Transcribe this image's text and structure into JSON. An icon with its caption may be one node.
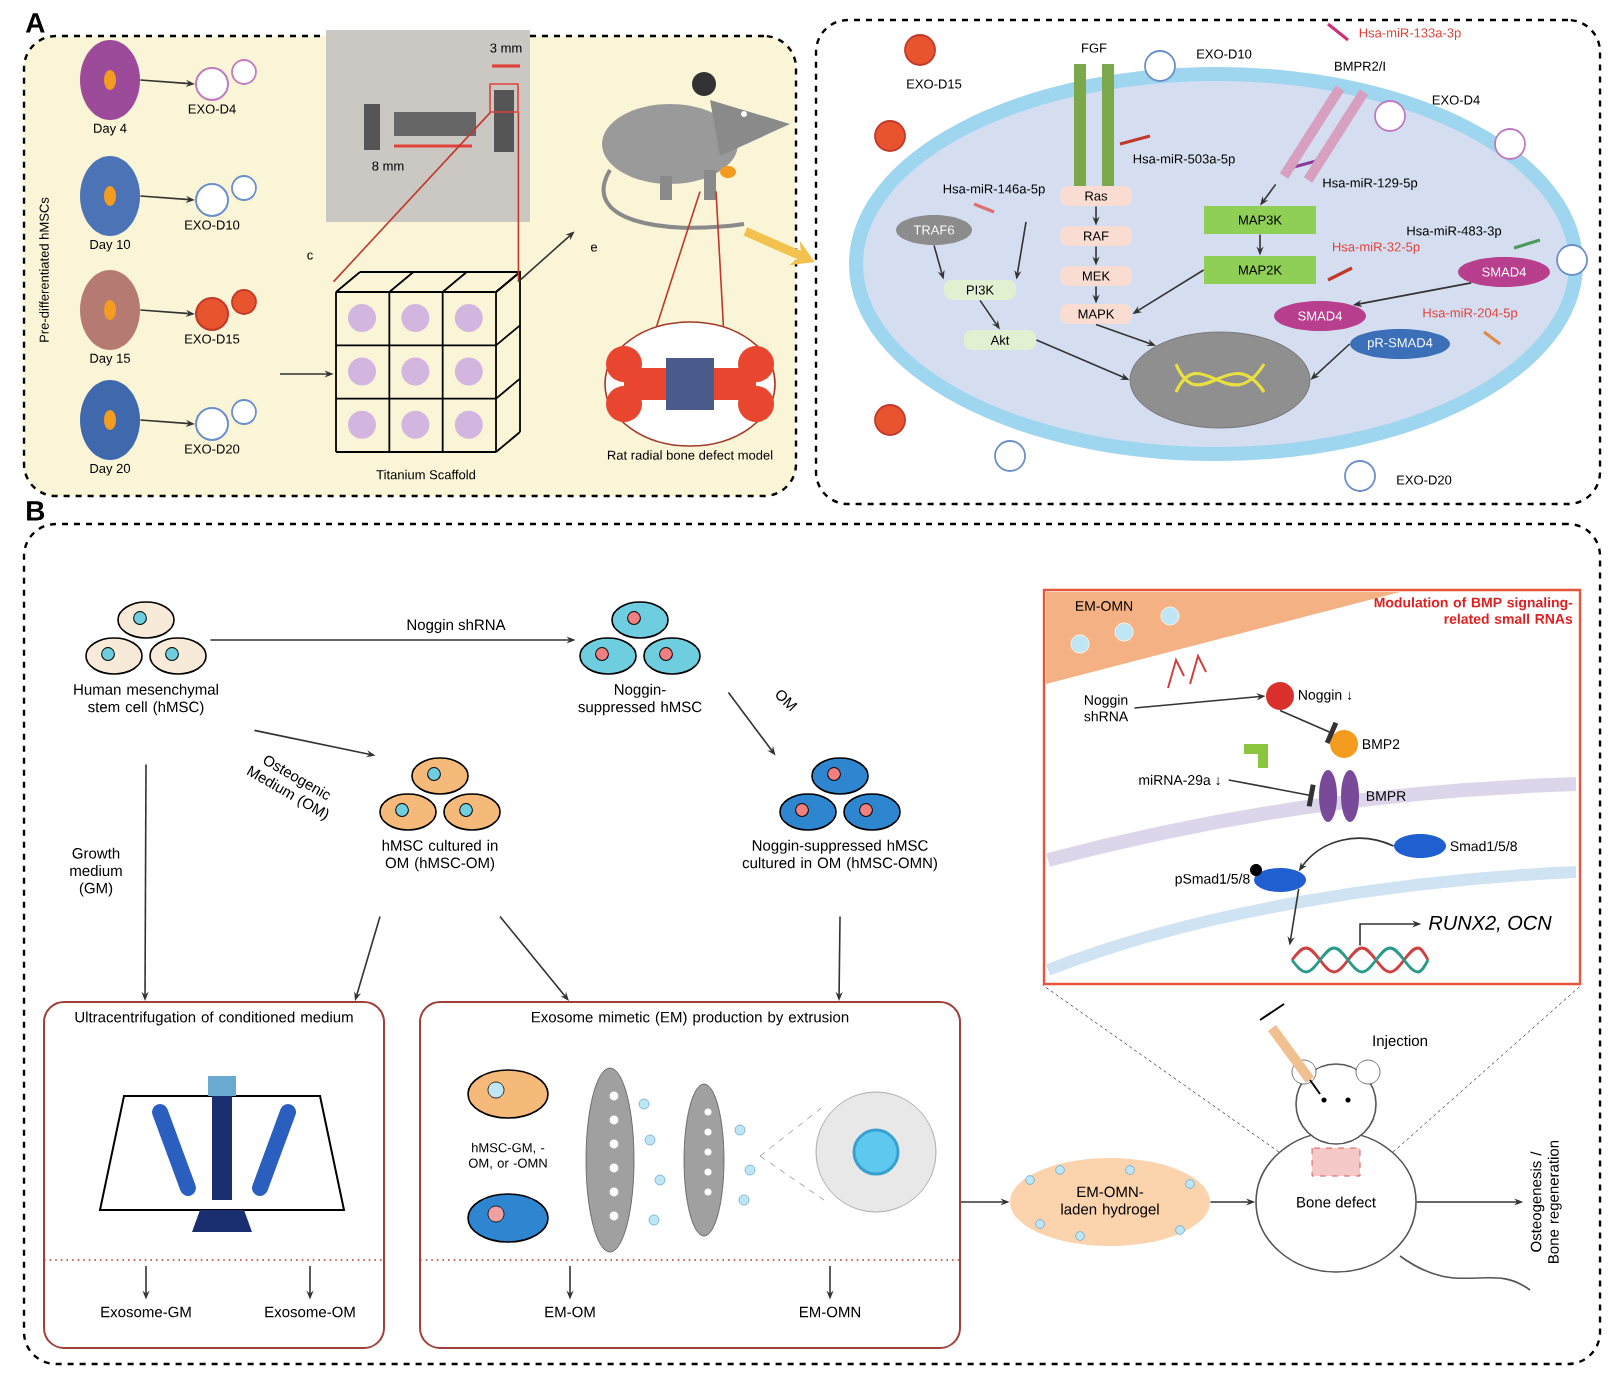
{
  "diagram": {
    "nodes": [
      {
        "text": [
          "A"
        ]
      },
      {
        "text": [],
        "shape": "box"
      },
      {
        "text": [
          "Day 4"
        ],
        "in": 0
      },
      {
        "text": [
          "EXO-D4"
        ],
        "in": 0
      },
      {
        "text": [
          "Day 10"
        ],
        "in": 0
      },
      {
        "text": [
          "EXO-D10"
        ],
        "in": 0
      },
      {
        "text": [
          "Day 15"
        ],
        "in": 0
      },
      {
        "text": [
          "EXO-D15"
        ],
        "in": 0
      },
      {
        "text": [
          "Day 20"
        ],
        "in": 0
      },
      {
        "text": [
          "EXO-D20"
        ],
        "in": 0
      },
      {
        "text": [],
        "shape": "picture",
        "in": 0
      },
      {
        "text": [
          "Titanium Scaffold"
        ],
        "in": 0
      },
      {
        "text": [],
        "shape": "picture",
        "in": 0
      },
      {
        "text": [
          "Rat radial bone defect model"
        ],
        "in": 0
      },
      {
        "text": [
          "TRAF6"
        ],
        "in": 1
      },
      {
        "text": [
          "PI3K"
        ],
        "in": 1
      },
      {
        "text": [
          "Akt"
        ],
        "in": 1
      },
      {
        "text": [
          "Ras"
        ],
        "in": 1
      },
      {
        "text": [
          "RAF"
        ],
        "in": 1
      },
      {
        "text": [
          "MEK"
        ],
        "in": 1
      },
      {
        "text": [
          "MAPK"
        ],
        "in": 1
      },
      {
        "text": [
          "MAP3K"
        ],
        "in": 1
      },
      {
        "text": [
          "MAP2K"
        ],
        "in": 1
      },
      {
        "text": [
          "SMAD4"
        ],
        "in": 1
      },
      {
        "text": [
          "SMAD4"
        ],
        "in": 1
      },
      {
        "text": [
          "pR-SMAD4"
        ],
        "in": 1
      },
      {
        "text": [],
        "shape": "circle",
        "in": 1
      },
      {
        "text": [
          "B"
        ]
      },
      {
        "text": [
          "Human mesenchymal stem cell (hMSC)"
        ],
        "in": 27
      },
      {
        "text": [
          "Noggin-suppressed hMSC"
        ],
        "in": 27
      },
      {
        "text": [
          "hMSC cultured in OM (hMSC-OM)"
        ],
        "in": 27
      },
      {
        "text": [
          "Noggin-suppressed hMSC cultured in OM (hMSC-OMN)"
        ],
        "in": 27
      },
      {
        "text": [
          "Ultracentrifugation of conditioned medium"
        ],
        "in": 27
      },
      {
        "text": [
          "Exosome-GM"
        ],
        "in": 32
      },
      {
        "text": [
          "Exosome-OM"
        ],
        "in": 32
      },
      {
        "text": [
          "Exosome mimetic (EM) production by extrusion"
        ],
        "in": 27
      },
      {
        "text": [
          "hMSC-GM, -OM, or -OMN"
        ],
        "in": 35
      },
      {
        "text": [
          "EM-OM"
        ],
        "in": 35
      },
      {
        "text": [
          "EM-OMN"
        ],
        "in": 35
      },
      {
        "text": [
          "EM-OMN-laden hydrogel"
        ],
        "in": 27
      },
      {
        "text": [
          "Bone defect"
        ],
        "beside": [
          "Injection"
        ],
        "in": 27
      },
      {
        "text": [
          "Osteogenesis / Bone regeneration"
        ],
        "in": 27
      },
      {
        "text": [
          "Modulation of BMP signaling- related small RNAs"
        ],
        "in": 27
      },
      {
        "text": [
          "Noggin shRNA"
        ],
        "in": 42
      },
      {
        "text": [
          "Noggin ↓"
        ],
        "in": 42
      },
      {
        "text": [
          "BMP2"
        ],
        "in": 42
      },
      {
        "text": [
          "BMPR"
        ],
        "in": 42
      },
      {
        "text": [
          "miRNA-29a ↓"
        ],
        "in": 42
      },
      {
        "text": [
          "Smad1/5/8"
        ],
        "in": 42
      },
      {
        "text": [
          "pSmad1/5/8"
        ],
        "in": 42
      },
      {
        "text": [],
        "shape": "picture",
        "in": 42
      },
      {
        "text": [
          "RUNX2, OCN"
        ],
        "in": 42
      },
      {
        "text": [],
        "shape": "circle",
        "in": 1
      },
      {
        "text": [],
        "shape": "circle",
        "in": 1
      },
      {
        "text": [],
        "shape": "circle",
        "in": 1
      },
      {
        "text": [],
        "shape": "circle",
        "in": 1
      },
      {
        "text": [],
        "shape": "circle",
        "in": 1
      },
      {
        "text": [],
        "shape": "circle",
        "in": 1
      },
      {
        "text": [],
        "shape": "circle",
        "in": 1
      },
      {
        "text": [],
        "shape": "circle",
        "in": 1
      },
      {
        "text": [],
        "shape": "circle",
        "in": 1
      },
      {
        "text": [],
        "shape": "picture",
        "in": 1
      }
    ],
    "edges": [
      {
        "from": 2,
        "to": 3,
        "arrow": "to"
      },
      {
        "from": 4,
        "to": 5,
        "arrow": "to"
      },
      {
        "from": 6,
        "to": 7,
        "arrow": "to"
      },
      {
        "from": 8,
        "to": 9,
        "arrow": "to"
      },
      {
        "from": null,
        "to": 11,
        "arrow": "to"
      },
      {
        "from": 10,
        "to": 11,
        "arrow": "none",
        "color": "#c0392b"
      },
      {
        "from": 10,
        "to": 11,
        "arrow": "none",
        "color": "#c0392b"
      },
      {
        "from": 11,
        "to": 12,
        "arrow": "to"
      },
      {
        "from": 12,
        "to": 13,
        "arrow": "none",
        "color": "#c0392b"
      },
      {
        "from": 12,
        "to": 13,
        "arrow": "none",
        "color": "#c0392b"
      },
      {
        "from": 12,
        "to": 1,
        "arrow": "to",
        "style": "thick",
        "color": "#f2c14e"
      },
      {
        "from": 14,
        "to": 15,
        "arrow": "to"
      },
      {
        "from": 15,
        "to": 16,
        "arrow": "to"
      },
      {
        "from": 16,
        "to": 26,
        "arrow": "to"
      },
      {
        "from": 17,
        "to": 18,
        "arrow": "to"
      },
      {
        "from": 18,
        "to": 19,
        "arrow": "to"
      },
      {
        "from": 19,
        "to": 20,
        "arrow": "to"
      },
      {
        "from": 20,
        "to": 26,
        "arrow": "to"
      },
      {
        "from": 61,
        "to": 21,
        "arrow": "to"
      },
      {
        "from": 21,
        "to": 22,
        "arrow": "to"
      },
      {
        "from": 22,
        "to": 20,
        "arrow": "to"
      },
      {
        "from": 23,
        "to": 24,
        "arrow": "to"
      },
      {
        "from": 25,
        "to": 26,
        "arrow": "to"
      },
      {
        "from": null,
        "to": 15,
        "arrow": "to"
      },
      {
        "from": 28,
        "to": 29,
        "arrow": "to",
        "label": "Noggin shRNA"
      },
      {
        "from": 29,
        "to": 31,
        "arrow": "to",
        "label": "OM"
      },
      {
        "from": 28,
        "to": 30,
        "arrow": "to",
        "label": "Osteogenic Medium (OM)"
      },
      {
        "from": 28,
        "to": 32,
        "arrow": "to",
        "label": "Growth medium (GM)"
      },
      {
        "from": 30,
        "to": 32,
        "arrow": "to"
      },
      {
        "from": 30,
        "to": 35,
        "arrow": "to"
      },
      {
        "from": 31,
        "to": 35,
        "arrow": "to"
      },
      {
        "from": null,
        "to": 33,
        "arrow": "to"
      },
      {
        "from": null,
        "to": 34,
        "arrow": "to"
      },
      {
        "from": null,
        "to": 37,
        "arrow": "to"
      },
      {
        "from": null,
        "to": 38,
        "arrow": "to"
      },
      {
        "from": 35,
        "to": 39,
        "arrow": "to"
      },
      {
        "from": 39,
        "to": 40,
        "arrow": "to"
      },
      {
        "from": 40,
        "to": 41,
        "arrow": "to"
      },
      {
        "from": 40,
        "to": 42,
        "arrow": "none",
        "style": "dashed"
      },
      {
        "from": 40,
        "to": 42,
        "arrow": "none",
        "style": "dashed"
      },
      {
        "from": 43,
        "to": 44,
        "arrow": "to"
      },
      {
        "from": 44,
        "to": 45,
        "arrow": "other"
      },
      {
        "from": 47,
        "to": 46,
        "arrow": "other"
      },
      {
        "from": 48,
        "to": 49,
        "arrow": "to"
      },
      {
        "from": 49,
        "to": 50,
        "arrow": "to"
      },
      {
        "from": 50,
        "to": 51,
        "arrow": "to"
      }
    ],
    "labels": [
      "Pre-differentiated hMSCs",
      "3 mm",
      "8 mm",
      "c",
      "e",
      "EXO-D15",
      "FGF",
      "EXO-D10",
      "Hsa-miR-133a-3p",
      "BMPR2/I",
      "EXO-D4",
      "Hsa-miR-503a-5p",
      "Hsa-miR-146a-5p",
      "Hsa-miR-129-5p",
      "Hsa-miR-483-3p",
      "Hsa-miR-32-5p",
      "Hsa-miR-204-5p",
      "EXO-D20",
      "EM-OMN"
    ]
  }
}
